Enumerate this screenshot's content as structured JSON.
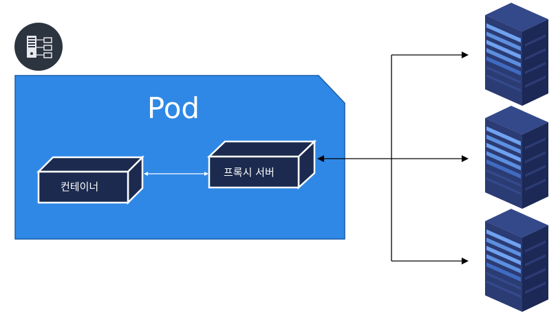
{
  "pod": {
    "title": "Pod",
    "color": "#2f88e6",
    "border": "#1a5ca8"
  },
  "container_box": {
    "label": "컨테이너"
  },
  "proxy_box": {
    "label": "프록시 서버"
  },
  "colors": {
    "box_fill": "#1b2a4e",
    "box_stroke": "#ffffff",
    "server_body": "#2b3b73",
    "server_dark": "#1c2855",
    "server_light": "#5c8fe0",
    "arrow": "#000000",
    "badge_bg": "#2c3440"
  },
  "icons": {
    "badge": "server-cluster-icon",
    "servers": [
      "server-icon",
      "server-icon",
      "server-icon"
    ]
  }
}
